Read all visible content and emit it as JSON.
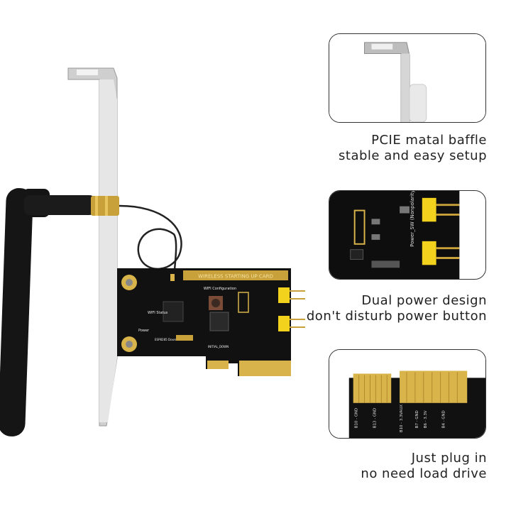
{
  "features": [
    {
      "line1": "PCIE matal baffle",
      "line2": "stable and easy setup"
    },
    {
      "line1": "Dual power design",
      "line2": "don't disturb power button"
    },
    {
      "line1": "Just plug in",
      "line2": "no need load drive"
    }
  ],
  "card": {
    "title_label": "WIRELESS STARTING UP CARD",
    "wifi_config_label": "WIFI Configuration",
    "wifi_status_label": "WIFI Status",
    "power_label": "Power",
    "esp_label": "ESP8285 Download",
    "reset_label": "INITIAL_DOWN"
  },
  "closeup": {
    "nonpolarity_label": "Power_SW (Nonpolarity)",
    "pin_labels": [
      "B10 - GND",
      "B13 - GND",
      "B10 - 3.3VAUX",
      "B7 - GND",
      "B6 - 3.3V",
      "B4 - GND"
    ]
  },
  "colors": {
    "pcb": "#111111",
    "gold": "#d9b44a",
    "header": "#f2d21c",
    "bracket": "#c8c8c8"
  }
}
